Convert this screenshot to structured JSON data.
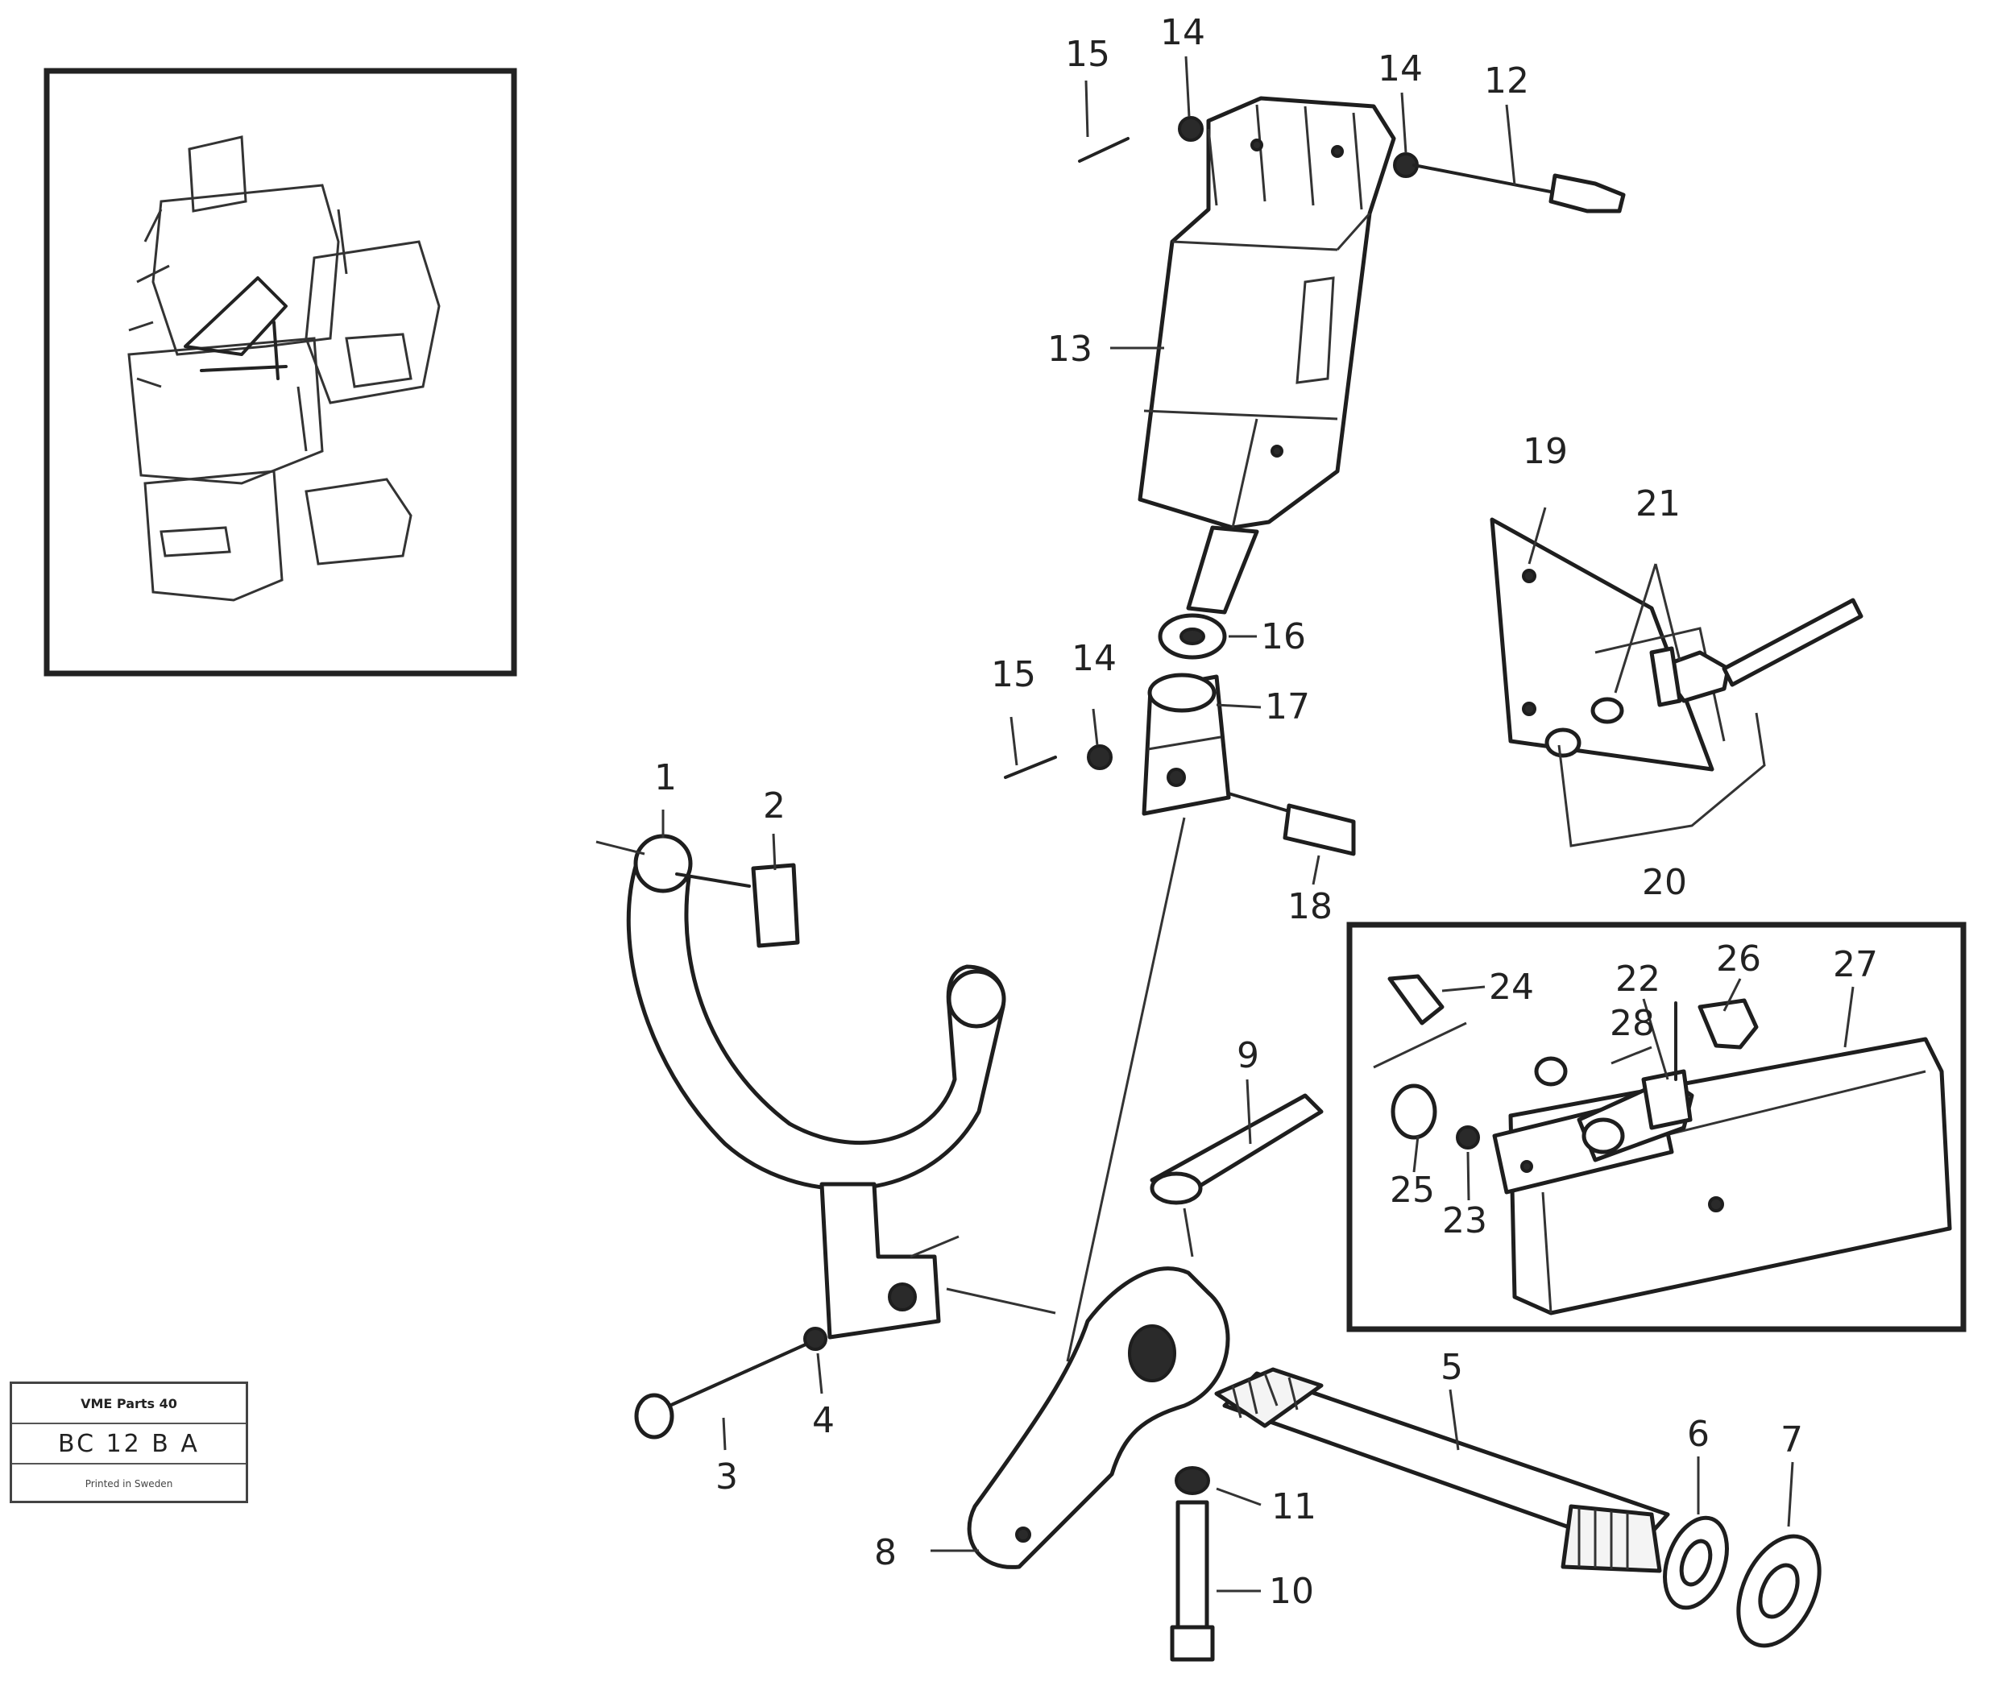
{
  "labels": {
    "p1": "1",
    "p2": "2",
    "p3": "3",
    "p4": "4",
    "p5": "5",
    "p6": "6",
    "p7": "7",
    "p8": "8",
    "p9": "9",
    "p10": "10",
    "p11": "11",
    "p12": "12",
    "p13": "13",
    "p14a": "14",
    "p14b": "14",
    "p14c": "14",
    "p15a": "15",
    "p15b": "15",
    "p16": "16",
    "p17": "17",
    "p18": "18",
    "p19": "19",
    "p20": "20",
    "p21": "21",
    "p22": "22",
    "p23": "23",
    "p24": "24",
    "p25": "25",
    "p26": "26",
    "p27": "27",
    "p28": "28"
  },
  "reference_box": {
    "line1": "VME Parts 40",
    "line2": "BC 12 B A",
    "line3": "Printed in Sweden"
  }
}
